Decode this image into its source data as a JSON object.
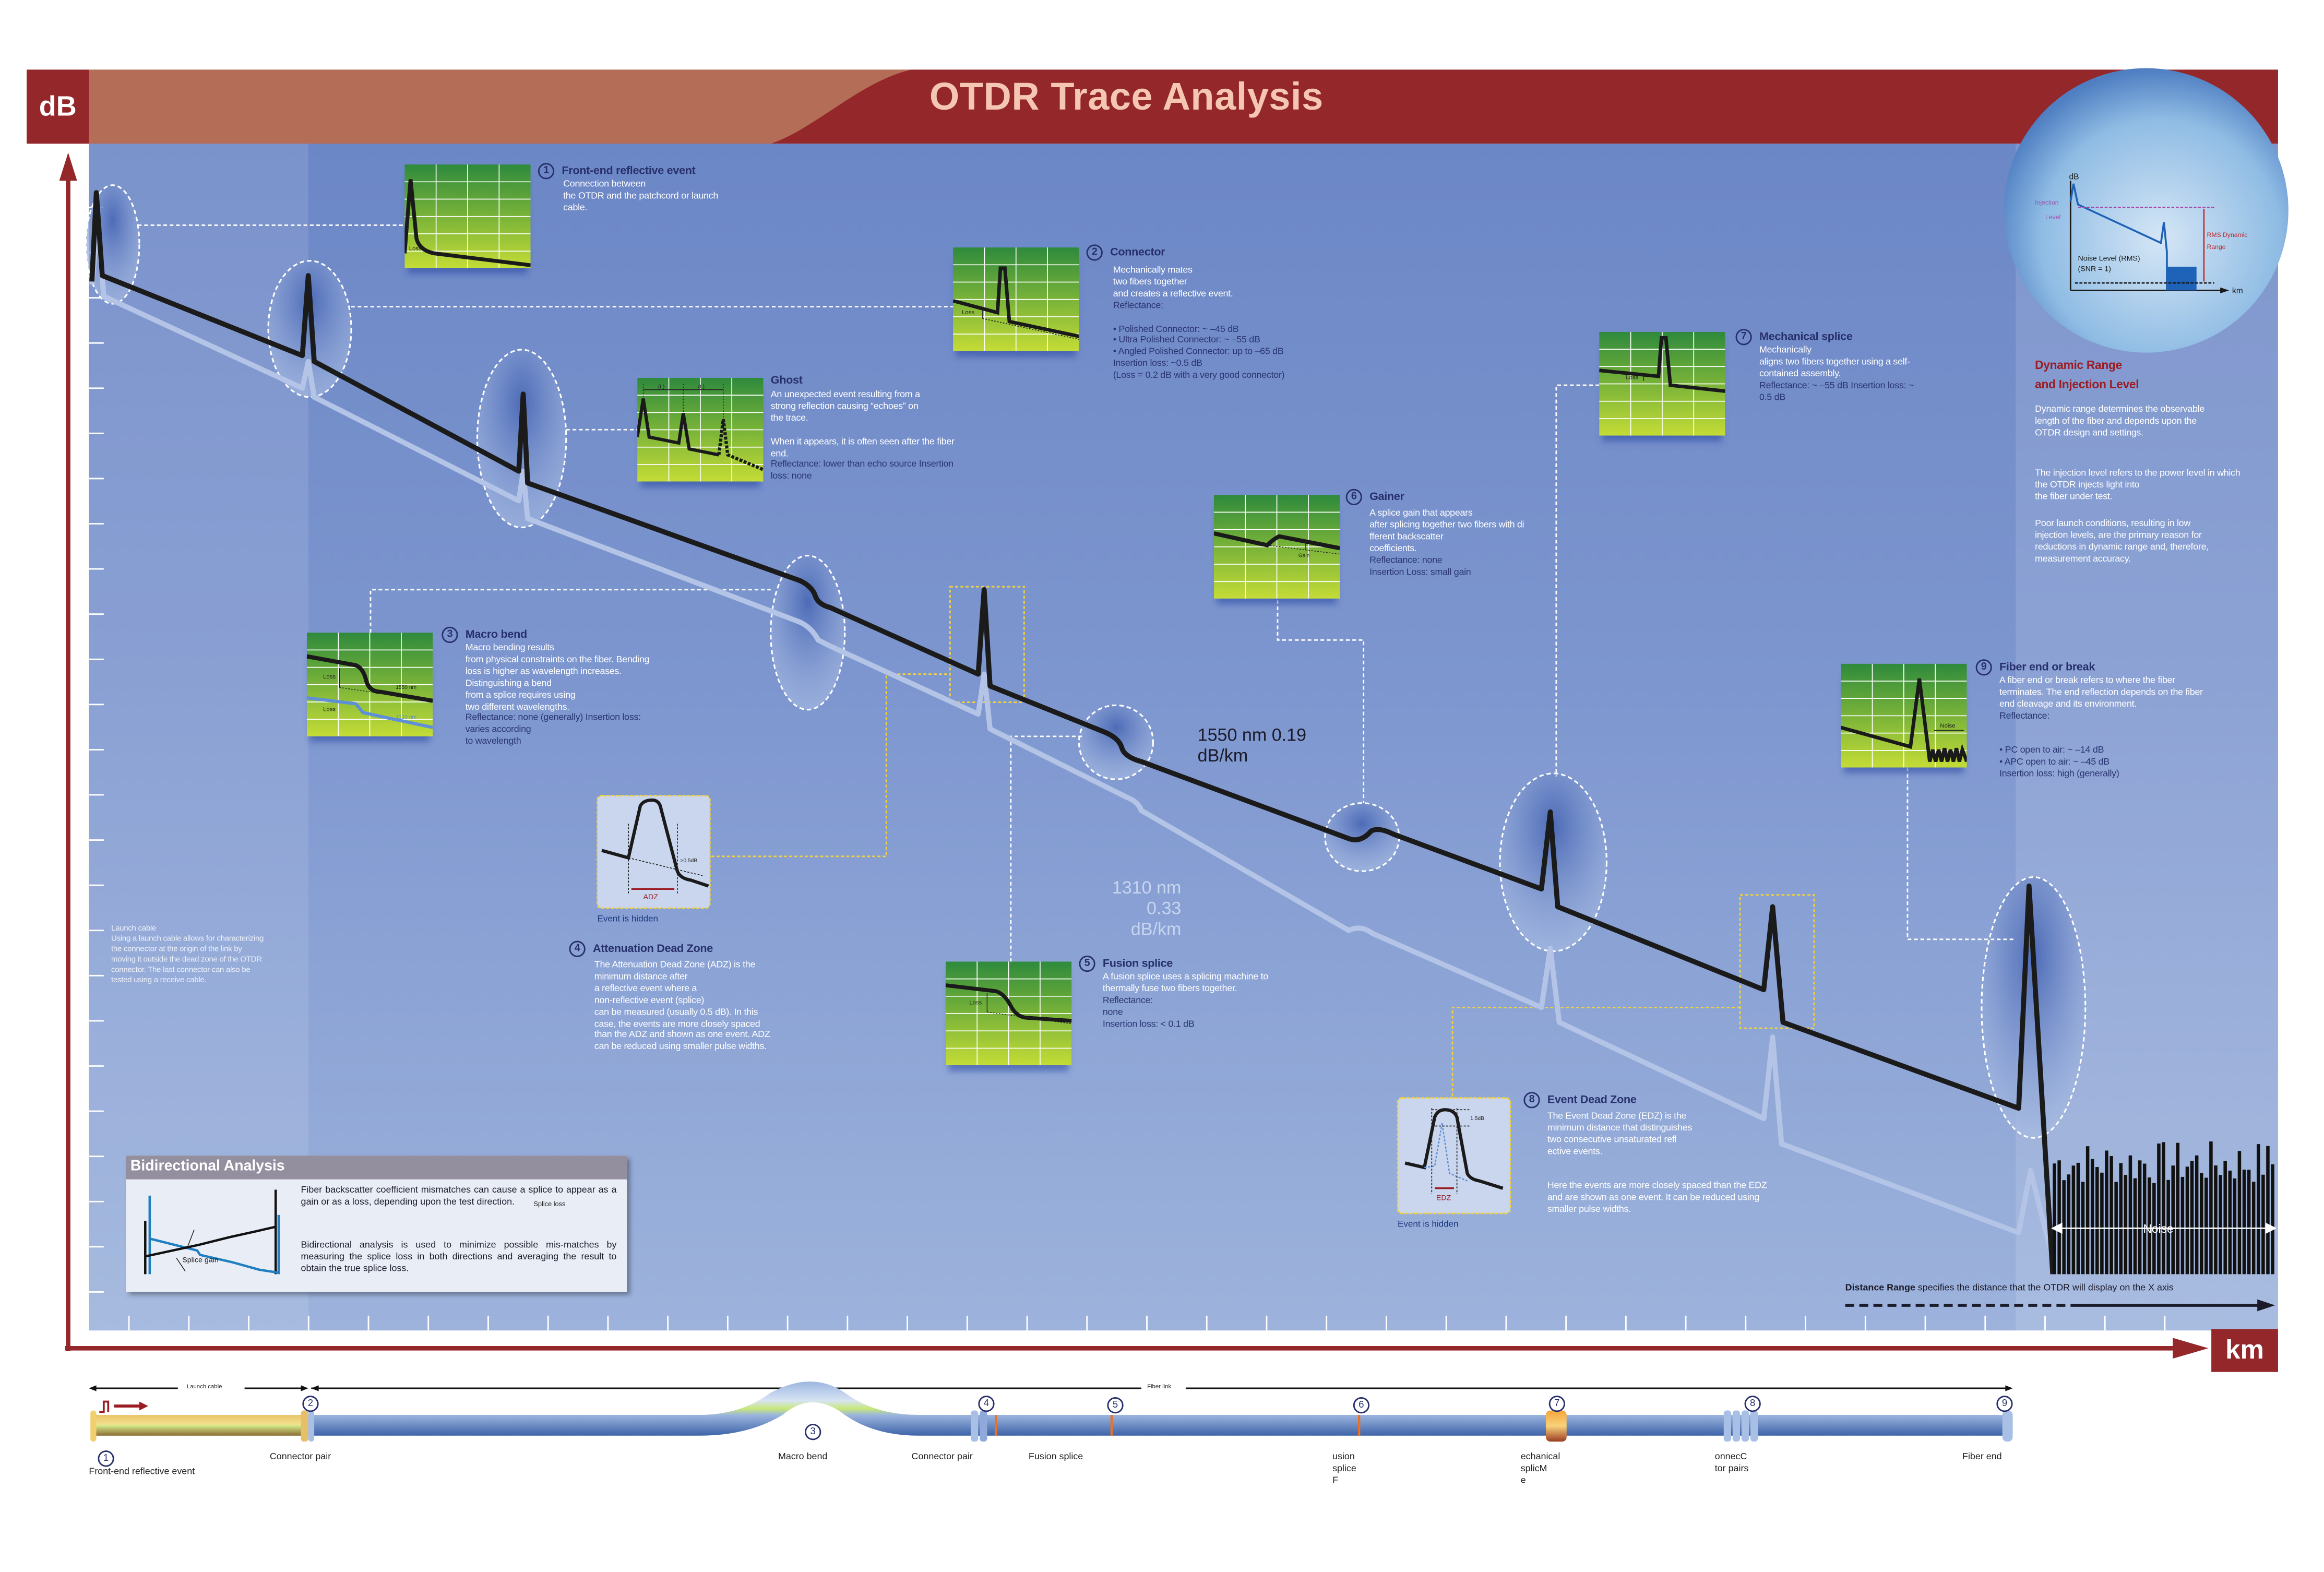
{
  "header": {
    "title": "OTDR Trace Analysis",
    "y_axis_label": "dB",
    "x_axis_label": "km"
  },
  "colors": {
    "brand_red": "#93272a",
    "panel_blue": "#6c87c6",
    "trace_1550": "#1b1b1b",
    "trace_1310": "#b3c4e6",
    "heading_navy": "#27306c",
    "dynamic_red": "#9b1c22"
  },
  "events": {
    "e1": {
      "number": "1",
      "title": "Front-end reflective event",
      "desc": [
        "Connection between",
        "the OTDR and the patchcord or launch",
        "cable."
      ]
    },
    "e2": {
      "number": "2",
      "title": "Connector",
      "desc": [
        "Mechanically mates",
        "two fibers together",
        "and creates a reflective event."
      ],
      "spec": [
        "Reflectance:",
        "",
        "• Polished Connector:  ~ –45 dB",
        "• Ultra Polished Connector:  ~ –55 dB",
        "• Angled Polished Connector:  up to –65 dB",
        "Insertion loss:  ~0.5 dB",
        "(Loss = 0.2 dB with a very good connector)"
      ],
      "chart_label": "Loss"
    },
    "ghost": {
      "title": "Ghost",
      "desc": [
        "An unexpected event resulting from a",
        "strong reflection causing “echoes” on",
        "the trace.",
        " ",
        "When it appears, it is often seen after the fiber",
        "end."
      ],
      "spec": [
        "Reflectance:  lower than echo source Insertion",
        "loss:  none"
      ],
      "chart_label": "(L)"
    },
    "e3": {
      "number": "3",
      "title": "Macro bend",
      "desc": [
        "Macro bending results",
        "from physical constraints on the fiber. Bending",
        "loss is higher as wavelength increases.",
        "Distinguishing a bend",
        "from a splice requires using",
        "two different wavelengths."
      ],
      "spec": [
        "Reflectance:  none (generally) Insertion loss:",
        "varies according",
        "to wavelength"
      ],
      "chart_loss": "Loss",
      "chart_1550": "1550 nm",
      "chart_1310": "1310 nm"
    },
    "e4": {
      "number": "4",
      "title": "Attenuation Dead Zone",
      "desc": [
        "The Attenuation Dead Zone (ADZ) is the",
        "minimum distance after",
        "a reflective event where a",
        "non-reflective event (splice)",
        "can be measured (usually 0.5 dB). In this",
        "case, the events are more closely spaced",
        "than the ADZ and shown as one event. ADZ",
        "can be reduced using smaller pulse widths."
      ],
      "inset_threshold": ">0.5dB",
      "inset_zone": "ADZ",
      "inset_caption": "Event is hidden"
    },
    "e5": {
      "number": "5",
      "title": "Fusion splice",
      "desc": [
        "A fusion splice uses a splicing machine to",
        "thermally fuse two fibers together."
      ],
      "spec": [
        "Reflectance:",
        "none",
        "Insertion loss:  < 0.1 dB"
      ],
      "chart_label": "Loss"
    },
    "e6": {
      "number": "6",
      "title": "Gainer",
      "desc": [
        "A splice gain that appears",
        "after splicing together two fibers with di",
        "fferent backscatter",
        "coefficients."
      ],
      "spec": [
        "Reflectance:  none",
        "Insertion Loss:  small gain"
      ],
      "chart_label": "Gain"
    },
    "e7": {
      "number": "7",
      "title": "Mechanical splice",
      "desc": [
        "Mechanically",
        "aligns two fibers together using a self-",
        "contained assembly."
      ],
      "spec": [
        "Reflectance:  ~ –55 dB Insertion loss:  ~",
        "0.5 dB"
      ],
      "chart_label": "Loss"
    },
    "e8": {
      "number": "8",
      "title": "Event Dead Zone",
      "desc": [
        "The Event Dead Zone (EDZ) is the",
        "minimum distance that distinguishes",
        "two consecutive unsaturated refl",
        "ective events.",
        " ",
        " ",
        "Here the events are more closely spaced than the EDZ",
        "and are shown as one event. It can be reduced using",
        "smaller pulse widths."
      ],
      "inset_threshold": "1.5dB",
      "inset_zone": "EDZ",
      "inset_caption": "Event is hidden"
    },
    "e9": {
      "number": "9",
      "title": "Fiber end or break",
      "desc": [
        "A fiber end or break refers to where the fiber",
        "terminates. The end reflection depends on the fiber",
        "end cleavage and its environment."
      ],
      "spec": [
        "Reflectance:",
        " ",
        " ",
        "• PC open to air:  ~ –14 dB",
        "• APC open to air:  ~ –45 dB",
        "Insertion loss:  high (generally)"
      ],
      "chart_label": "Noise"
    }
  },
  "dynamic_range": {
    "title": [
      "Dynamic Range",
      "and Injection Level"
    ],
    "p1": [
      "Dynamic range determines the observable",
      "length of the fiber and depends upon the",
      "OTDR design and settings."
    ],
    "p2": [
      "The injection level refers to the power level in which",
      "the OTDR injects light into",
      "the fiber under test."
    ],
    "p3": [
      "Poor launch conditions, resulting in low",
      "injection levels, are the primary reason for",
      "reductions in dynamic range and, therefore,",
      "measurement accuracy."
    ],
    "inset": {
      "y_label": "dB",
      "injection": [
        "Injection",
        "Level"
      ],
      "rms": [
        "RMS Dynamic",
        "Range"
      ],
      "noise": [
        "Noise Level (RMS)",
        "(SNR = 1)"
      ],
      "x_label": "km"
    }
  },
  "launch_note": [
    "Launch cable",
    "Using a launch cable allows for characterizing",
    "the connector at the origin of the link by",
    "moving it outside the dead zone of the OTDR",
    "connector. The last connector can also be",
    "tested using a receive cable."
  ],
  "trace_labels": {
    "l1550": [
      "1550 nm 0.19",
      "dB/km"
    ],
    "l1310": [
      "1310 nm",
      "0.33 dB/km"
    ],
    "noise": "Noise"
  },
  "bidirectional": {
    "title": "Bidirectional Analysis",
    "p1": "Fiber backscatter coefficient mismatches can cause a splice to appear as a gain or as a loss, depending upon the test direction.",
    "splice_loss": "Splice loss",
    "splice_gain": "Splice gain",
    "p2": "Bidirectional analysis is used to minimize possible mis-matches by measuring the splice loss in both directions and averaging the result to obtain the true splice loss."
  },
  "distance_range": {
    "bold": "Distance Range",
    "text": "specifies the distance that the OTDR will display on the X axis"
  },
  "fiber_diagram": {
    "launch_cable": "Launch cable",
    "fiber_link": "Fiber link",
    "labels": {
      "n1": {
        "number": "1",
        "lines": [
          "Front-end reflective event"
        ]
      },
      "n2": {
        "number": "2",
        "lines": [
          "Connector pair"
        ]
      },
      "n3": {
        "number": "3",
        "lines": [
          "Macro bend"
        ]
      },
      "n4": {
        "number": "4",
        "lines": [
          "Connector pair"
        ]
      },
      "n5": {
        "number": "5",
        "lines": [
          "Fusion splice"
        ]
      },
      "n6": {
        "number": "6",
        "lines": [
          "usion",
          "splice",
          "F"
        ]
      },
      "n7": {
        "number": "7",
        "lines": [
          "echanical",
          "splicM",
          "e"
        ]
      },
      "n8": {
        "number": "8",
        "lines": [
          "onnecC",
          "tor pairs"
        ]
      },
      "n9": {
        "number": "9",
        "lines": [
          "Fiber end"
        ]
      }
    }
  }
}
